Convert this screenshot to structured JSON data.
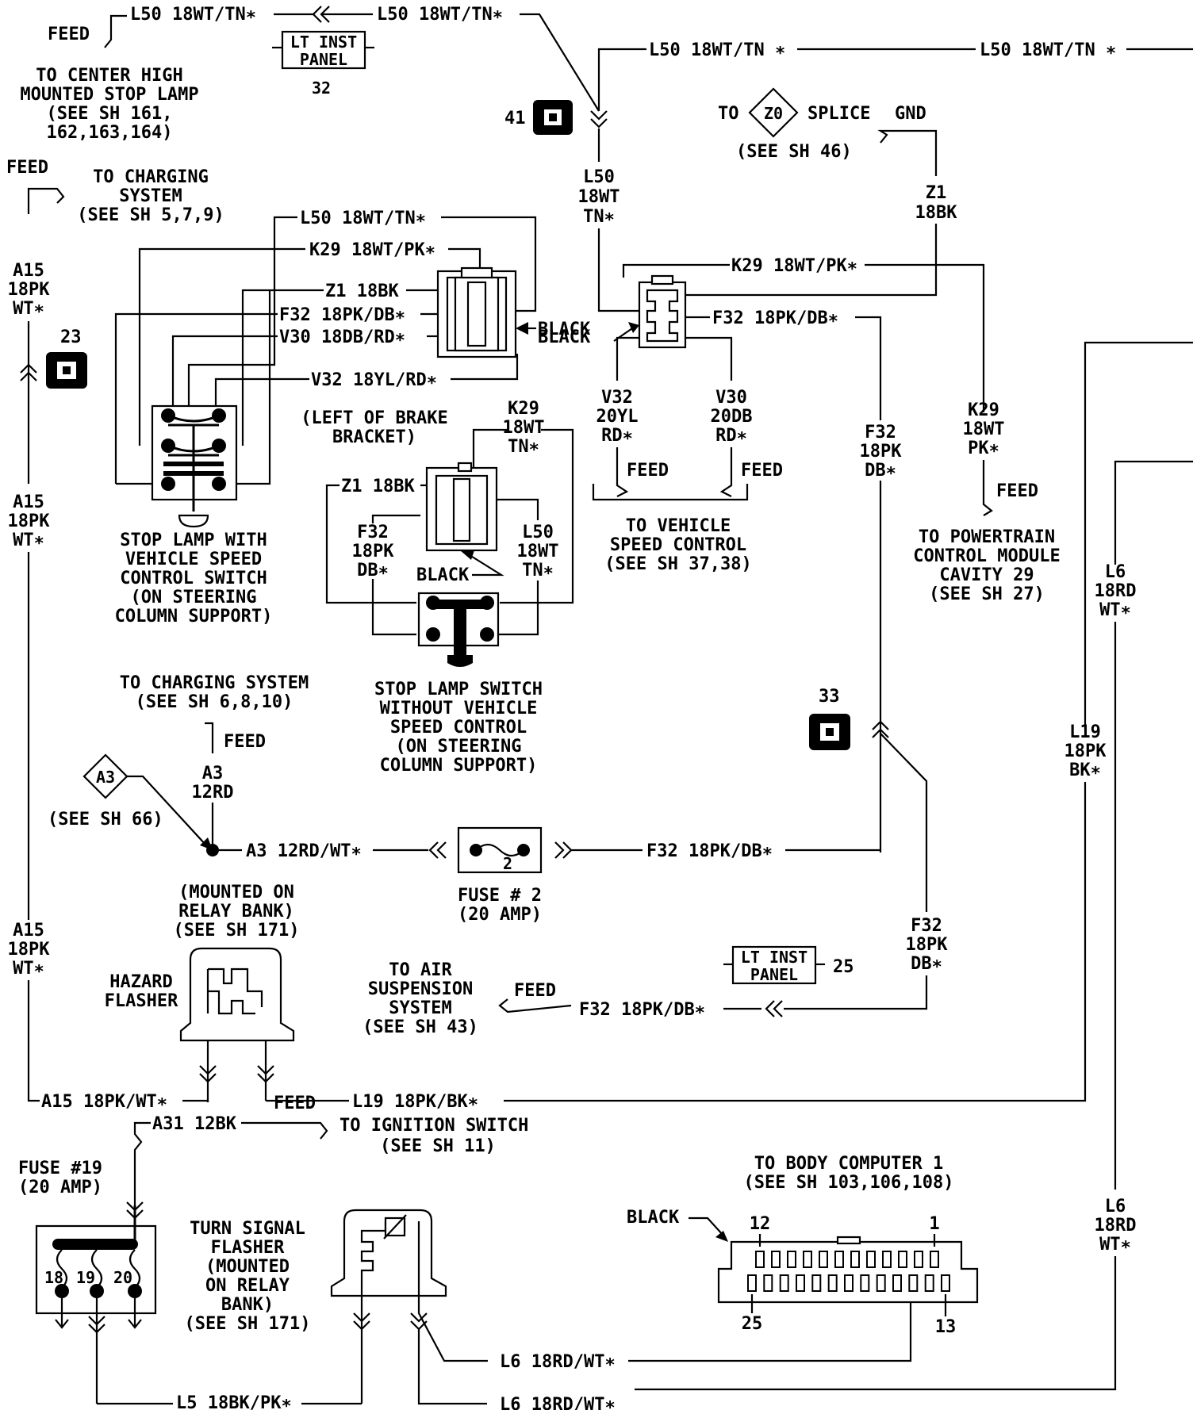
{
  "top": {
    "feed_left": "FEED",
    "l50_a": "L50 18WT/TN∗",
    "l50_b": "L50 18WT/TN∗",
    "l50_c": "L50 18WT/TN ∗",
    "l50_d": "L50 18WT/TN ∗",
    "lt_inst_panel": [
      "LT INST",
      "PANEL"
    ],
    "lt_inst_num": "32",
    "chmsl": [
      "TO CENTER HIGH",
      "MOUNTED STOP LAMP",
      "(SEE SH 161,",
      "162,163,164)"
    ],
    "conn41": "41",
    "splice_to": "TO",
    "splice_id": "Z0",
    "splice_label": "SPLICE",
    "splice_gnd": "GND",
    "splice_see": "(SEE SH 46)",
    "z1_right": [
      "Z1",
      "18BK"
    ],
    "l50_mid": [
      "L50",
      "18WT",
      "TN∗"
    ]
  },
  "charging": {
    "feed": "FEED",
    "text": [
      "TO CHARGING",
      "SYSTEM",
      "(SEE SH 5,7,9)"
    ],
    "a15_top": [
      "A15",
      "18PK",
      "WT∗"
    ],
    "conn23": "23",
    "a15_mid": [
      "A15",
      "18PK",
      "WT∗"
    ],
    "a15_low": [
      "A15",
      "18PK",
      "WT∗"
    ]
  },
  "vsc_switch": {
    "wires": [
      "L50 18WT/TN∗",
      "K29 18WT/PK∗",
      "Z1 18BK",
      "F32 18PK/DB∗",
      "V30 18DB/RD∗",
      "V32 18YL/RD∗"
    ],
    "black": "BLACK",
    "caption": [
      "STOP LAMP WITH",
      "VEHICLE SPEED",
      "CONTROL SWITCH",
      "(ON STEERING",
      "COLUMN SUPPORT)"
    ]
  },
  "no_vsc_switch": {
    "location": [
      "(LEFT OF BRAKE",
      "BRACKET)"
    ],
    "k29": [
      "K29",
      "18WT",
      "TN∗"
    ],
    "z1": "Z1 18BK",
    "f32": [
      "F32",
      "18PK",
      "DB∗"
    ],
    "l50": [
      "L50",
      "18WT",
      "TN∗"
    ],
    "black": "BLACK",
    "caption": [
      "STOP LAMP SWITCH",
      "WITHOUT VEHICLE",
      "SPEED CONTROL",
      "(ON STEERING",
      "COLUMN SUPPORT)"
    ]
  },
  "speed_control": {
    "k29": "K29 18WT/PK∗",
    "f32": "F32 18PK/DB∗",
    "black": "BLACK",
    "v32": [
      "V32",
      "20YL",
      "RD∗"
    ],
    "v30": [
      "V30",
      "20DB",
      "RD∗"
    ],
    "feed1": "FEED",
    "feed2": "FEED",
    "caption": [
      "TO VEHICLE",
      "SPEED CONTROL",
      "(SEE SH 37,38)"
    ]
  },
  "right": {
    "f32": [
      "F32",
      "18PK",
      "DB∗"
    ],
    "k29": [
      "K29",
      "18WT",
      "PK∗"
    ],
    "feed": "FEED",
    "pcm": [
      "TO POWERTRAIN",
      "CONTROL MODULE",
      "CAVITY 29",
      "(SEE SH 27)"
    ],
    "l6_top": [
      "L6",
      "18RD",
      "WT∗"
    ],
    "l19": [
      "L19",
      "18PK",
      "BK∗"
    ],
    "l6_low": [
      "L6",
      "18RD",
      "WT∗"
    ],
    "conn33": "33",
    "f32_low": [
      "F32",
      "18PK",
      "DB∗"
    ]
  },
  "fuse2": {
    "charging": [
      "TO CHARGING SYSTEM",
      "(SEE SH 6,8,10)"
    ],
    "feed": "FEED",
    "a3_vert": [
      "A3",
      "12RD"
    ],
    "a3_id": "A3",
    "a3_see": "(SEE SH 66)",
    "a3_wire": "A3 12RD/WT∗",
    "f32_wire": "F32 18PK/DB∗",
    "fuse_num": "2",
    "caption": [
      "FUSE # 2",
      "(20 AMP)"
    ]
  },
  "hazard": {
    "mount": [
      "(MOUNTED ON",
      "RELAY BANK)",
      "(SEE SH 171)"
    ],
    "label": [
      "HAZARD",
      "FLASHER"
    ],
    "a15": "A15 18PK/WT∗",
    "l19": "L19 18PK/BK∗"
  },
  "air_susp": {
    "text": [
      "TO AIR",
      "SUSPENSION",
      "SYSTEM",
      "(SEE SH 43)"
    ],
    "feed": "FEED",
    "f32": "F32 18PK/DB∗",
    "lt_inst": [
      "LT INST",
      "PANEL"
    ],
    "lt_num": "25"
  },
  "bottom": {
    "a31": "A31 12BK",
    "feed": "FEED",
    "ignition": [
      "TO IGNITION SWITCH",
      "(SEE SH 11)"
    ],
    "fuse19": [
      "FUSE #19",
      "(20 AMP)"
    ],
    "fuse_pins": [
      "18",
      "19",
      "20"
    ],
    "turn": [
      "TURN SIGNAL",
      "FLASHER",
      "(MOUNTED",
      "ON RELAY",
      "BANK)",
      "(SEE SH 171)"
    ],
    "body_comp": [
      "TO BODY COMPUTER 1",
      "(SEE SH 103,106,108)"
    ],
    "black": "BLACK",
    "pin12": "12",
    "pin1": "1",
    "pin25": "25",
    "pin13": "13",
    "l6_a": "L6 18RD/WT∗",
    "l6_b": "L6 18RD/WT∗",
    "l5": "L5 18BK/PK∗"
  }
}
